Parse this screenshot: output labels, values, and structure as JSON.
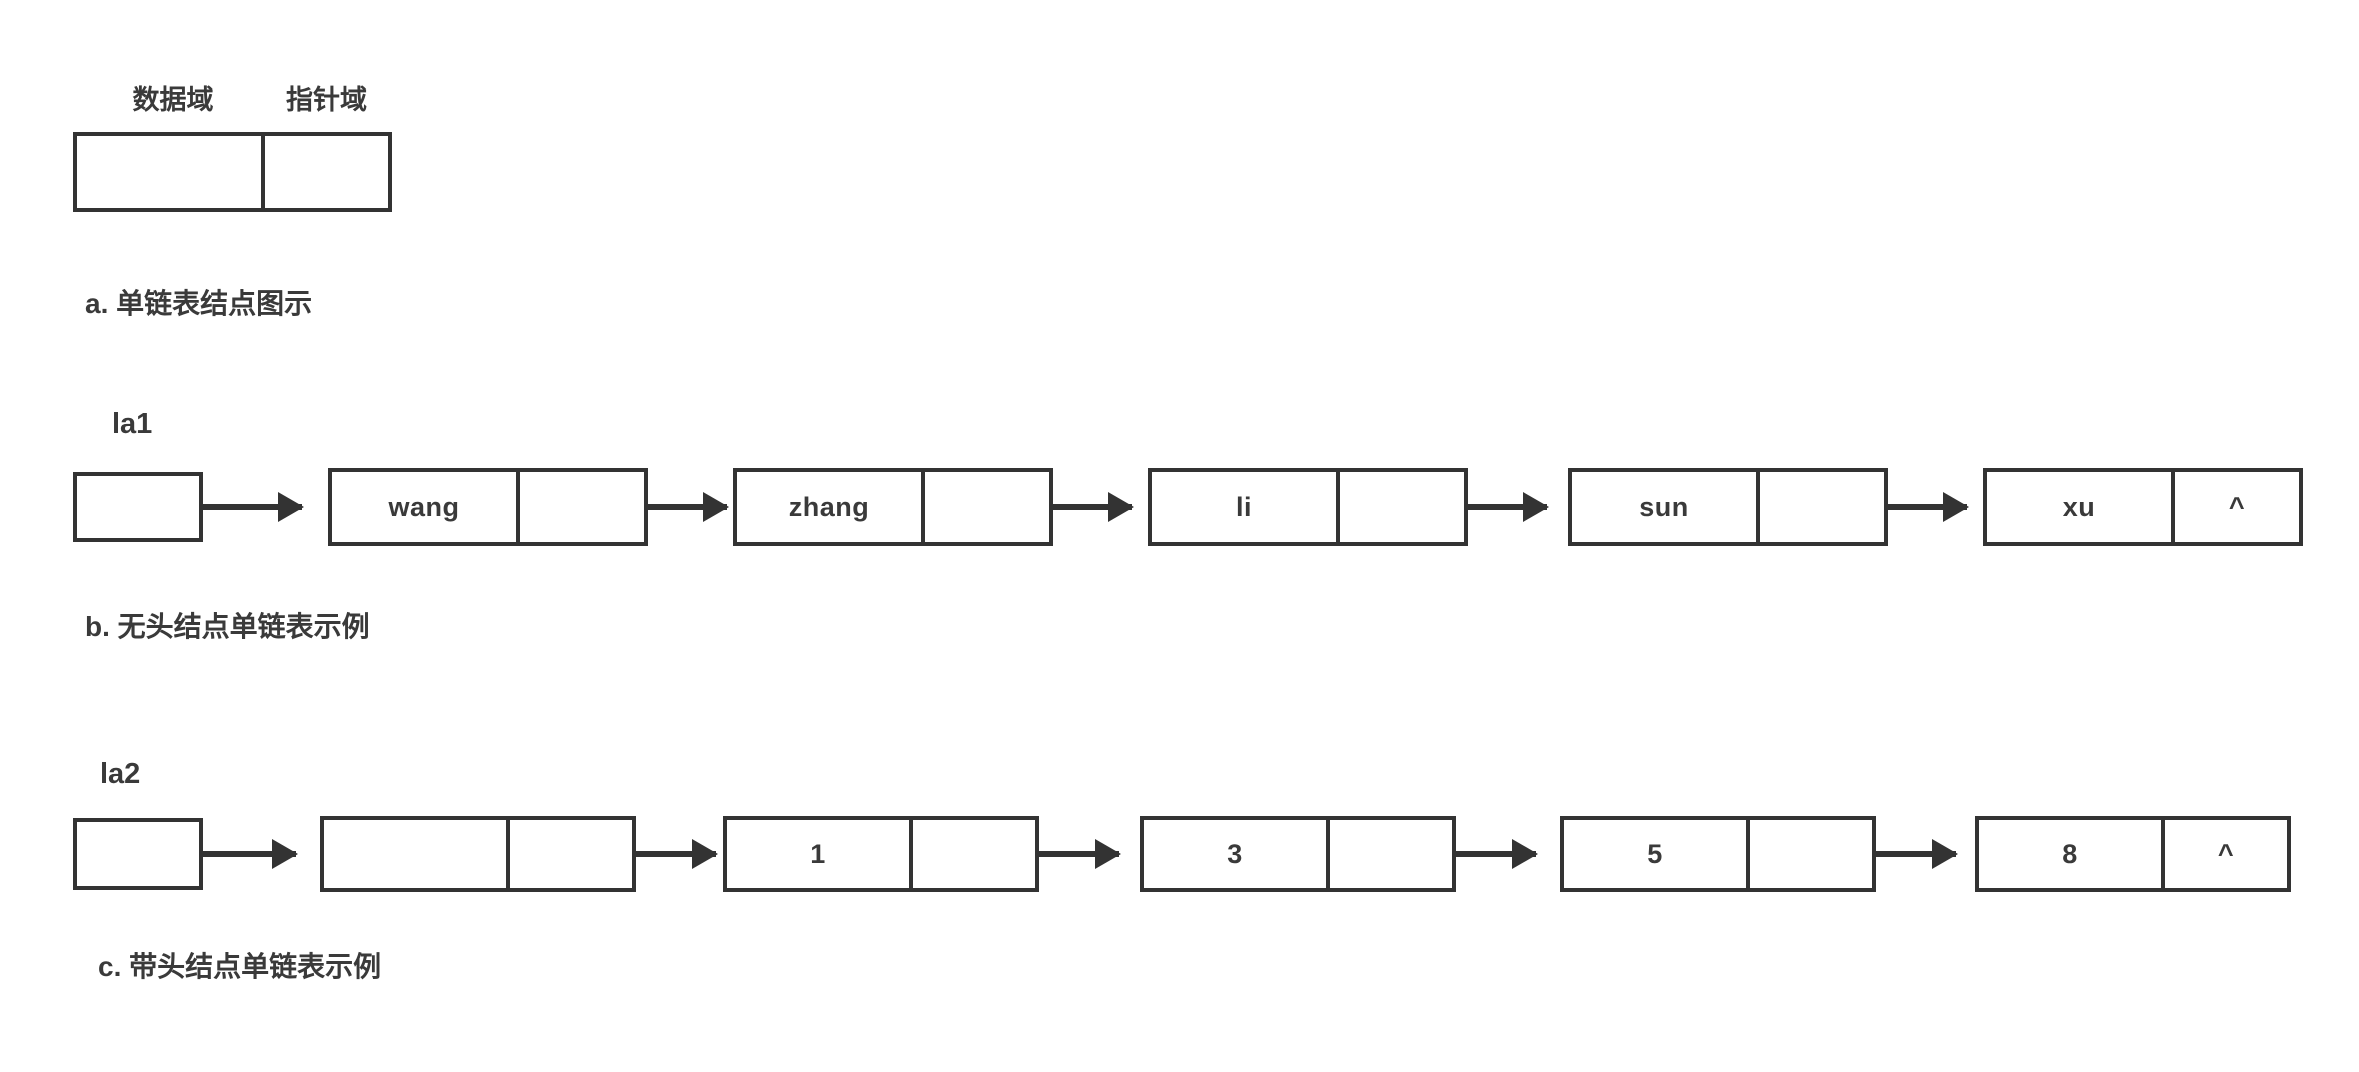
{
  "diagram": {
    "title_semantic": "singly-linked-list-illustration",
    "colors": {
      "stroke": "#333333",
      "text": "#3a3a3a",
      "background": "#ffffff"
    },
    "sections": {
      "a": {
        "field_labels": {
          "data": "数据域",
          "pointer": "指针域"
        },
        "node": {
          "data_value": "",
          "pointer_value": ""
        },
        "caption": "a. 单链表结点图示"
      },
      "b": {
        "variable_label": "la1",
        "head_pointer_value": "",
        "nodes": [
          {
            "data": "wang",
            "pointer": ""
          },
          {
            "data": "zhang",
            "pointer": ""
          },
          {
            "data": "li",
            "pointer": ""
          },
          {
            "data": "sun",
            "pointer": ""
          },
          {
            "data": "xu",
            "pointer": "^"
          }
        ],
        "caption": "b. 无头结点单链表示例"
      },
      "c": {
        "variable_label": "la2",
        "head_pointer_value": "",
        "nodes": [
          {
            "data": "",
            "pointer": ""
          },
          {
            "data": "1",
            "pointer": ""
          },
          {
            "data": "3",
            "pointer": ""
          },
          {
            "data": "5",
            "pointer": ""
          },
          {
            "data": "8",
            "pointer": "^"
          }
        ],
        "caption": "c. 带头结点单链表示例"
      }
    }
  }
}
